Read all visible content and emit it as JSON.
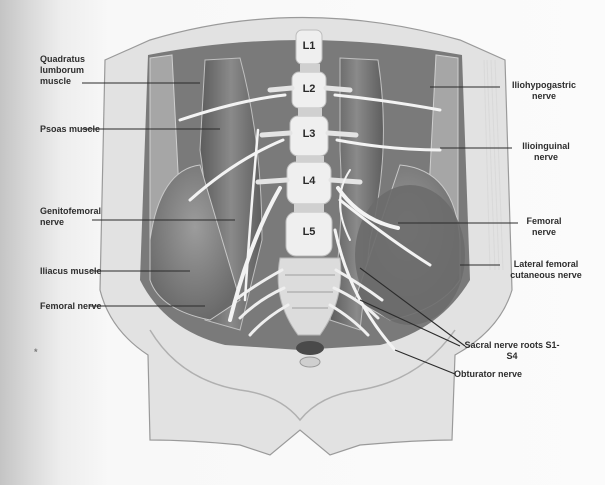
{
  "vertebrae": [
    "L1",
    "L2",
    "L3",
    "L4",
    "L5"
  ],
  "labels_left": [
    "Quadratus lumborum muscle",
    "Psoas muscle",
    "Genitofemoral nerve",
    "Iliacus muscle",
    "Femoral nerve"
  ],
  "labels_right": [
    "Iliohypogastric nerve",
    "Ilioinguinal nerve",
    "Femoral nerve",
    "Lateral femoral cutaneous nerve",
    "Sacral nerve roots S1-S4",
    "Obturator nerve"
  ],
  "smudge_text": "*"
}
